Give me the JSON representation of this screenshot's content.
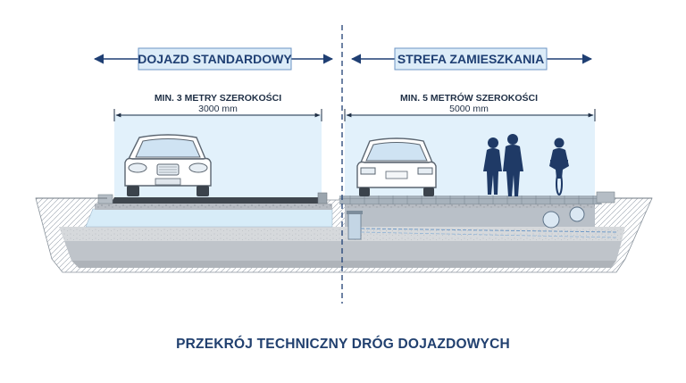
{
  "left_zone": {
    "header": "DOJAZD STANDARDOWY",
    "width_label": "MIN. 3 METRY SZEROKOŚCI",
    "width_value": "3000 mm"
  },
  "right_zone": {
    "header": "STREFA ZAMIESZKANIA",
    "width_label": "MIN. 5 METRÓW SZEROKOŚCI",
    "width_value": "5000 mm"
  },
  "caption": "PRZEKRÓJ TECHNICZNY DRÓG DOJAZDOWYCH",
  "colors": {
    "accent_blue": "#1f3f73",
    "zone_fill": "#e2f1fb",
    "header_fill": "#dcecf8"
  }
}
